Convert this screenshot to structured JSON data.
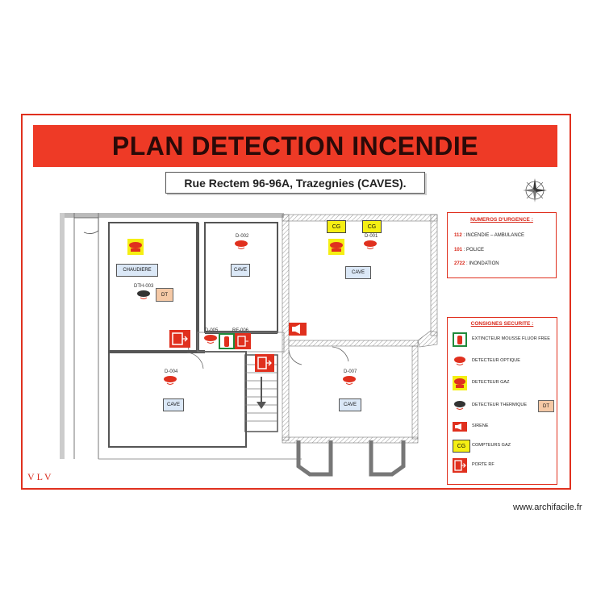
{
  "title": "PLAN DETECTION INCENDIE",
  "address": "Rue Rectem 96-96A, Trazegnies (CAVES).",
  "plan": {
    "rooms": [
      "CHAUDIERE",
      "CAVE",
      "CAVE",
      "CAVE",
      "CAVE"
    ],
    "detectors": [
      "D-002",
      "D-001",
      "DTH-003",
      "D-005",
      "RF-006",
      "D-004",
      "D-007"
    ],
    "dt": "DT",
    "cg": [
      "CG",
      "CG"
    ]
  },
  "emergency": {
    "title": "NUMEROS D'URGENCE :",
    "rows": [
      {
        "num": "112",
        "text": ": INCENDIE – AMBULANCE"
      },
      {
        "num": "101",
        "text": ": POLICE"
      },
      {
        "num": "2722",
        "text": ": INONDATION"
      }
    ]
  },
  "legend": {
    "title": "CONSIGNES SECURITE :",
    "items": [
      {
        "icon": "foam-extinguisher-icon",
        "label": "EXTINCTEUR MOUSSE FLUOR FREE"
      },
      {
        "icon": "optical-detector-icon",
        "label": "DETECTEUR OPTIQUE"
      },
      {
        "icon": "gas-detector-icon",
        "label": "DETECTEUR GAZ"
      },
      {
        "icon": "thermal-detector-icon",
        "label": "DETECTEUR THERMIQUE",
        "tag": "DT"
      },
      {
        "icon": "siren-icon",
        "label": "SIRENE"
      },
      {
        "icon": "gas-meter-icon",
        "label": "COMPTEURS GAZ",
        "tag": "CG"
      },
      {
        "icon": "fire-door-icon",
        "label": "PORTE RF"
      }
    ]
  },
  "footer": {
    "initials": "VLV",
    "watermark": "www.archifacile.fr"
  },
  "colors": {
    "accent_red": "#ee3a26",
    "room_blue": "#dbe8f7",
    "cg_yellow": "#f5ef13",
    "dt_peach": "#f5c9a6"
  }
}
